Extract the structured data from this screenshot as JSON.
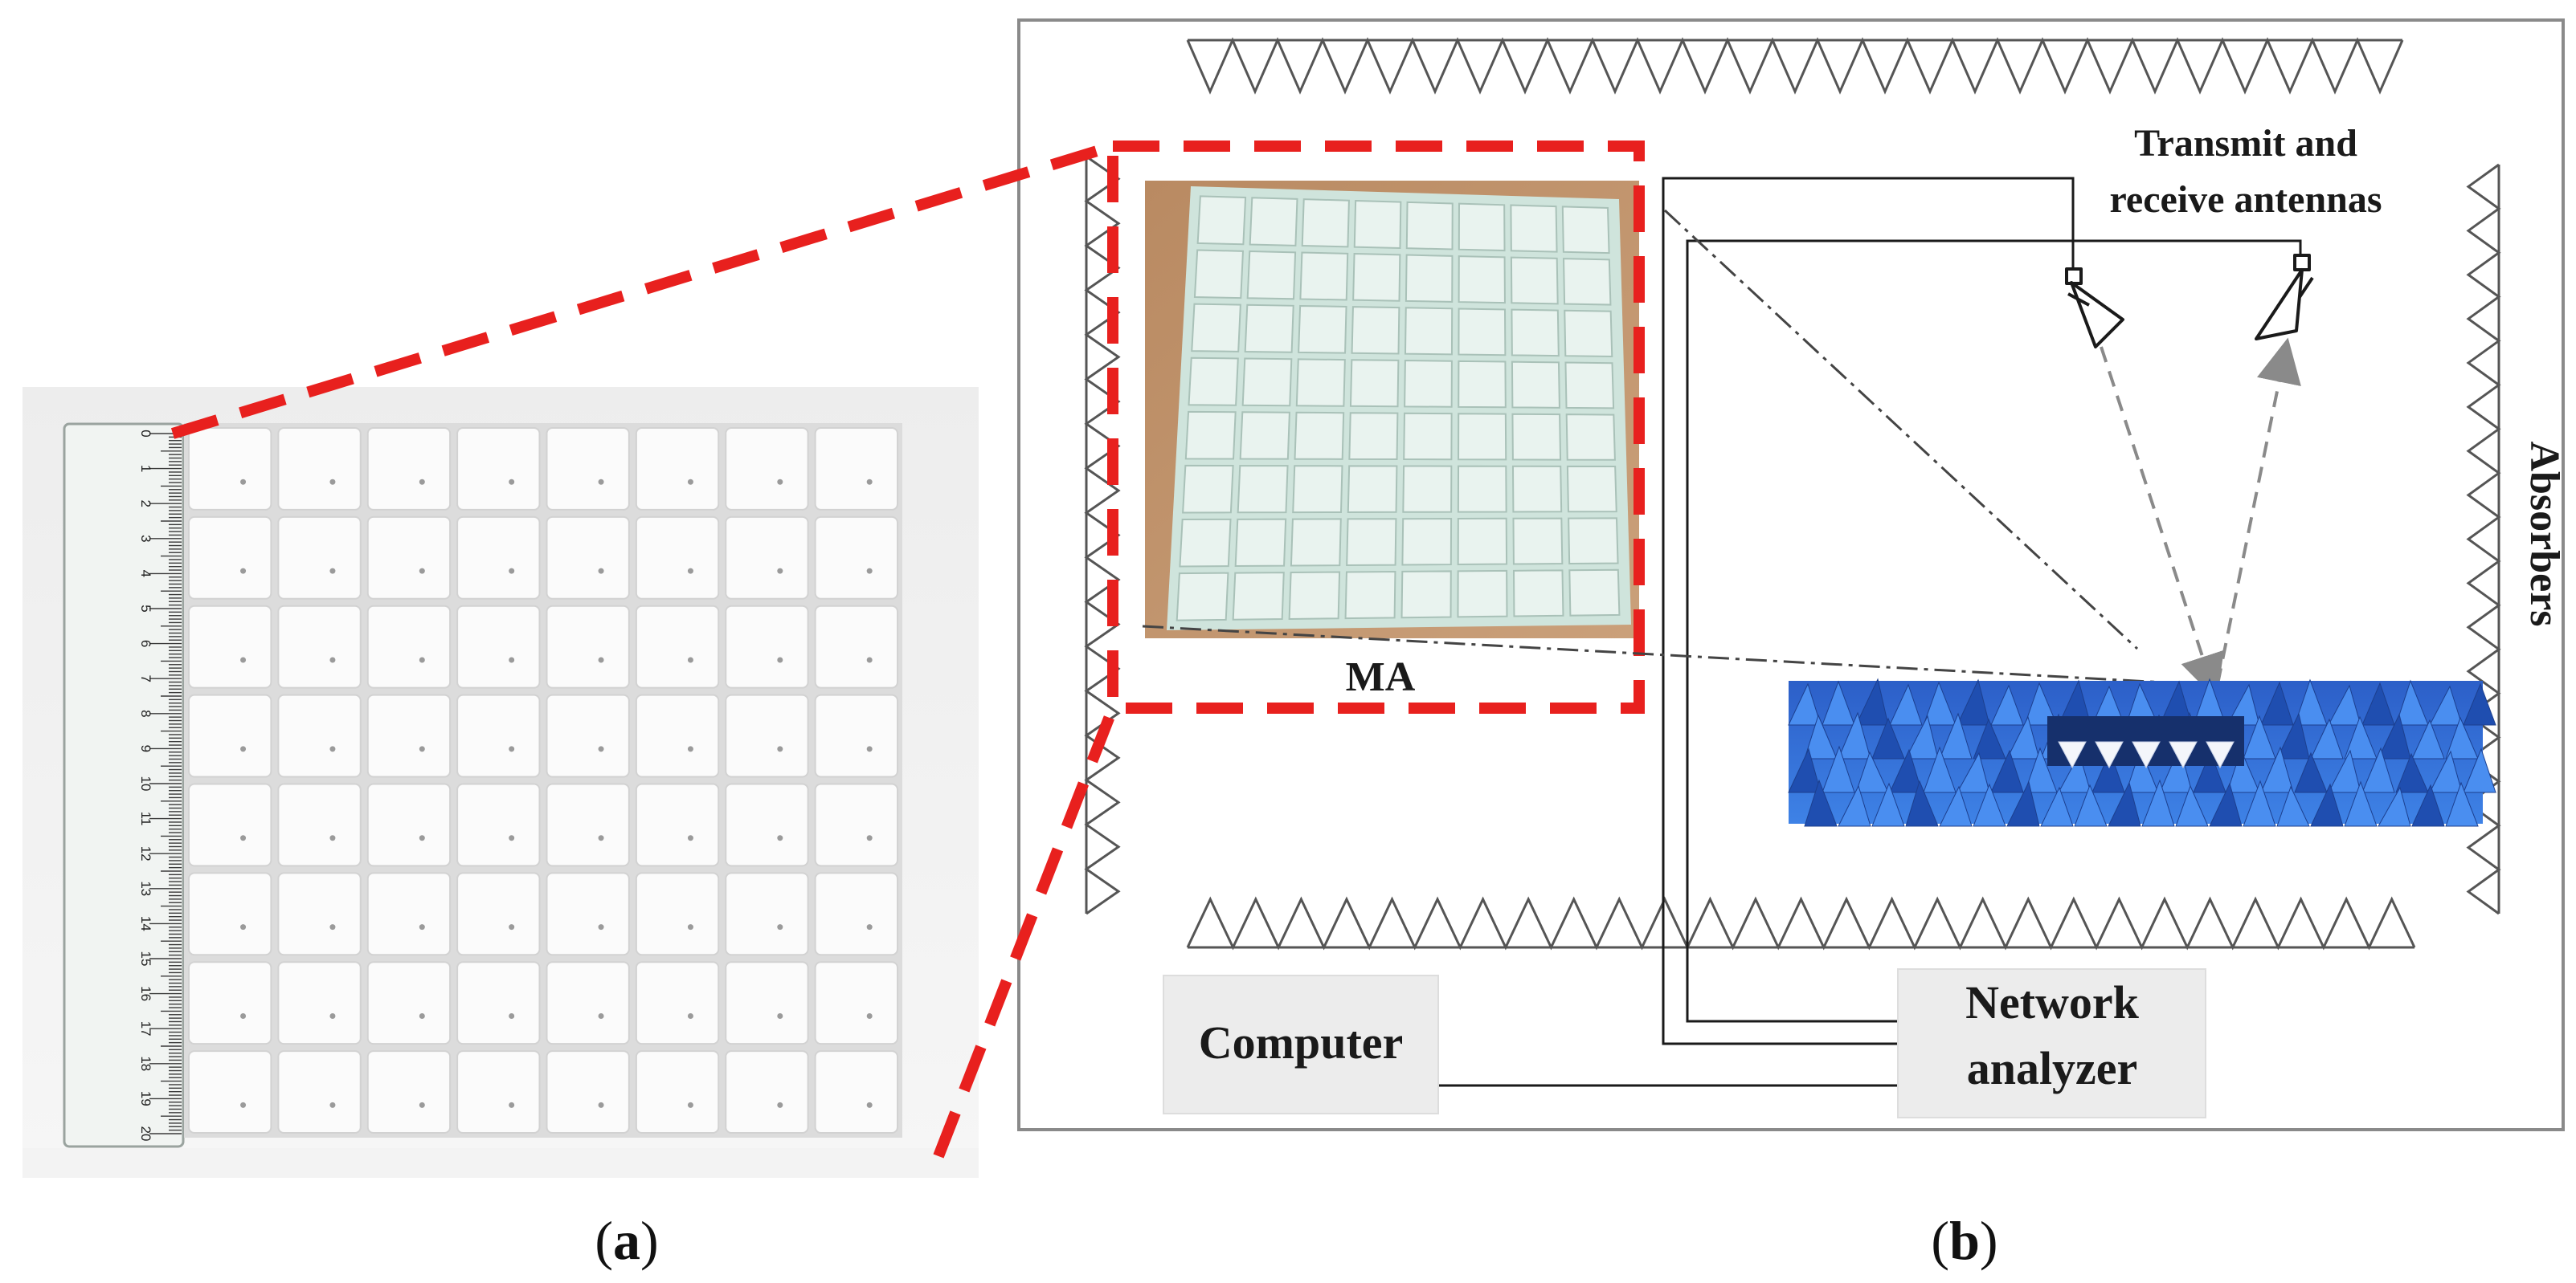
{
  "panel_a": {
    "caption_open": "(",
    "caption_letter": "a",
    "caption_close": ")",
    "grid_rows": 8,
    "grid_cols": 8,
    "ruler_major_labels": [
      "0",
      "1",
      "2",
      "3",
      "4",
      "5",
      "6",
      "7",
      "8",
      "9",
      "10",
      "11",
      "12",
      "13",
      "14",
      "15",
      "16",
      "17",
      "18",
      "19",
      "20"
    ]
  },
  "panel_b": {
    "caption_open": "(",
    "caption_letter": "b",
    "caption_close": ")",
    "antennas_label_line1": "Transmit and",
    "antennas_label_line2": "receive antennas",
    "absorbers_label": "Absorbers",
    "ma_label": "MA",
    "computer_label": "Computer",
    "network_label_line1": "Network",
    "network_label_line2": "analyzer",
    "inset_grid_rows": 8,
    "inset_grid_cols": 8
  },
  "colors": {
    "callout_red": "#e8201e",
    "absorber_blue": "#2f6fd6",
    "box_fill": "#ececec",
    "line": "#1a1a1a",
    "frame": "#8a8a8a"
  }
}
